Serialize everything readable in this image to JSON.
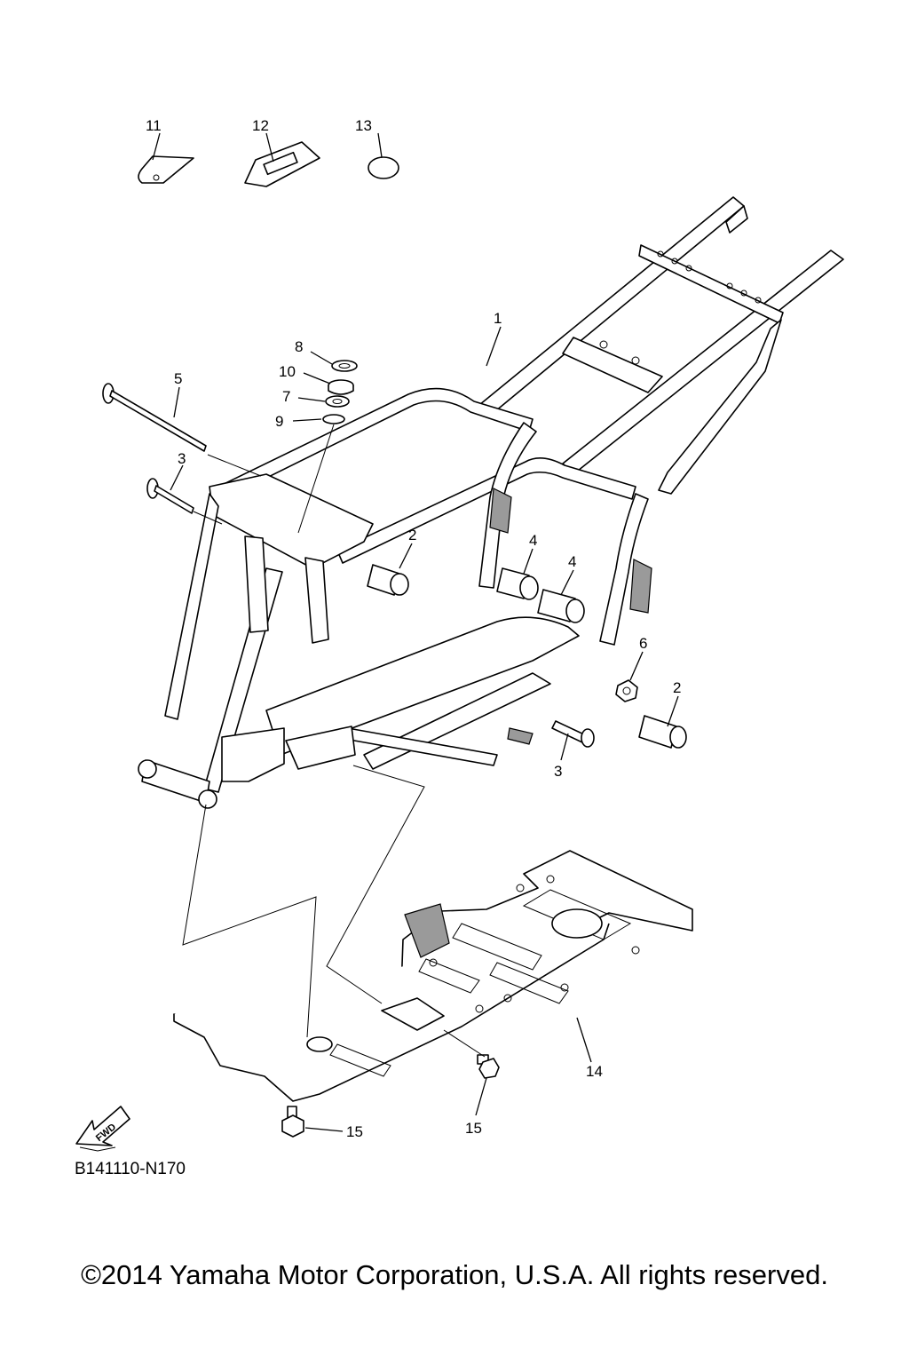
{
  "callouts": {
    "c1": "1",
    "c2a": "2",
    "c2b": "2",
    "c3a": "3",
    "c3b": "3",
    "c4a": "4",
    "c4b": "4",
    "c5": "5",
    "c6": "6",
    "c7": "7",
    "c8": "8",
    "c9": "9",
    "c10": "10",
    "c11": "11",
    "c12": "12",
    "c13": "13",
    "c14": "14",
    "c15a": "15",
    "c15b": "15"
  },
  "fwd_label": "FWD",
  "diagram_code": "B141110-N170",
  "copyright": "©2014 Yamaha Motor Corporation, U.S.A. All rights reserved.",
  "icons": {
    "forward_arrow": "fwd-arrow-icon"
  }
}
